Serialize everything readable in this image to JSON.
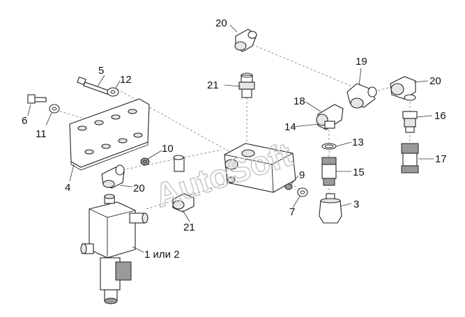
{
  "diagram": {
    "watermark": "AutoSoft",
    "callouts": [
      {
        "id": "c-20-top",
        "text": "20"
      },
      {
        "id": "c-21-top",
        "text": "21"
      },
      {
        "id": "c-19",
        "text": "19"
      },
      {
        "id": "c-20-right",
        "text": "20"
      },
      {
        "id": "c-18",
        "text": "18"
      },
      {
        "id": "c-16",
        "text": "16"
      },
      {
        "id": "c-5",
        "text": "5"
      },
      {
        "id": "c-12",
        "text": "12"
      },
      {
        "id": "c-6",
        "text": "6"
      },
      {
        "id": "c-11",
        "text": "11"
      },
      {
        "id": "c-14",
        "text": "14"
      },
      {
        "id": "c-13",
        "text": "13"
      },
      {
        "id": "c-17",
        "text": "17"
      },
      {
        "id": "c-10",
        "text": "10"
      },
      {
        "id": "c-15",
        "text": "15"
      },
      {
        "id": "c-9",
        "text": "9"
      },
      {
        "id": "c-4",
        "text": "4"
      },
      {
        "id": "c-20-left",
        "text": "20"
      },
      {
        "id": "c-7",
        "text": "7"
      },
      {
        "id": "c-3",
        "text": "3"
      },
      {
        "id": "c-21-bottom",
        "text": "21"
      },
      {
        "id": "c-1-2",
        "text": "1 или 2"
      }
    ]
  }
}
